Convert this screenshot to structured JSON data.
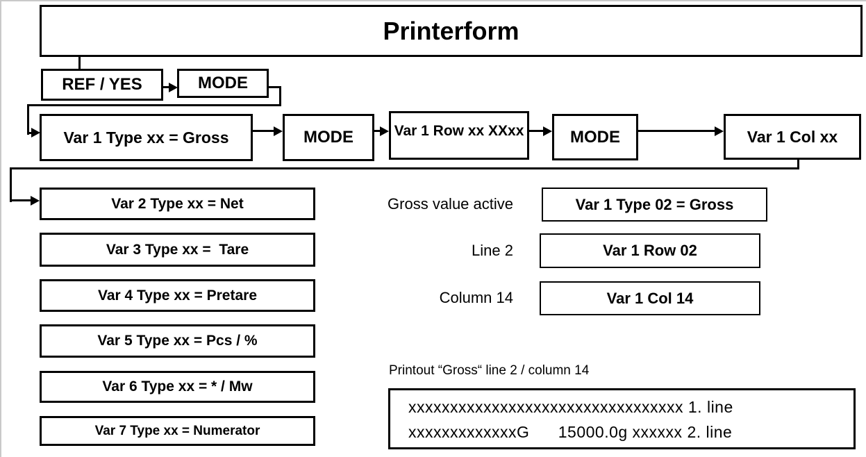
{
  "title": "Printerform",
  "colors": {
    "line": "#000000",
    "background": "#ffffff",
    "text": "#000000"
  },
  "nodes": {
    "ref_yes": "REF / YES",
    "mode1": "MODE",
    "var1_type": "Var 1 Type xx = Gross",
    "mode2": "MODE",
    "var1_row": "Var 1 Row xx XXxx",
    "mode3": "MODE",
    "var1_col": "Var 1 Col xx"
  },
  "var_types": [
    "Var 2 Type xx = Net",
    "Var 3 Type xx =  Tare",
    "Var 4 Type xx = Pretare",
    "Var 5 Type xx = Pcs / %",
    "Var 6 Type xx = * / Mw",
    "Var 7 Type xx = Numerator"
  ],
  "example": {
    "rows": [
      {
        "label": "Gross value active",
        "value": "Var 1 Type 02 = Gross"
      },
      {
        "label": "Line 2",
        "value": "Var 1 Row 02"
      },
      {
        "label": "Column 14",
        "value": "Var 1 Col 14"
      }
    ]
  },
  "printout": {
    "caption": "Printout “Gross“ line 2 / column 14",
    "lines": [
      "xxxxxxxxxxxxxxxxxxxxxxxxxxxxxxxxx 1. line",
      "xxxxxxxxxxxxxG      15000.0g xxxxxx 2. line"
    ]
  }
}
